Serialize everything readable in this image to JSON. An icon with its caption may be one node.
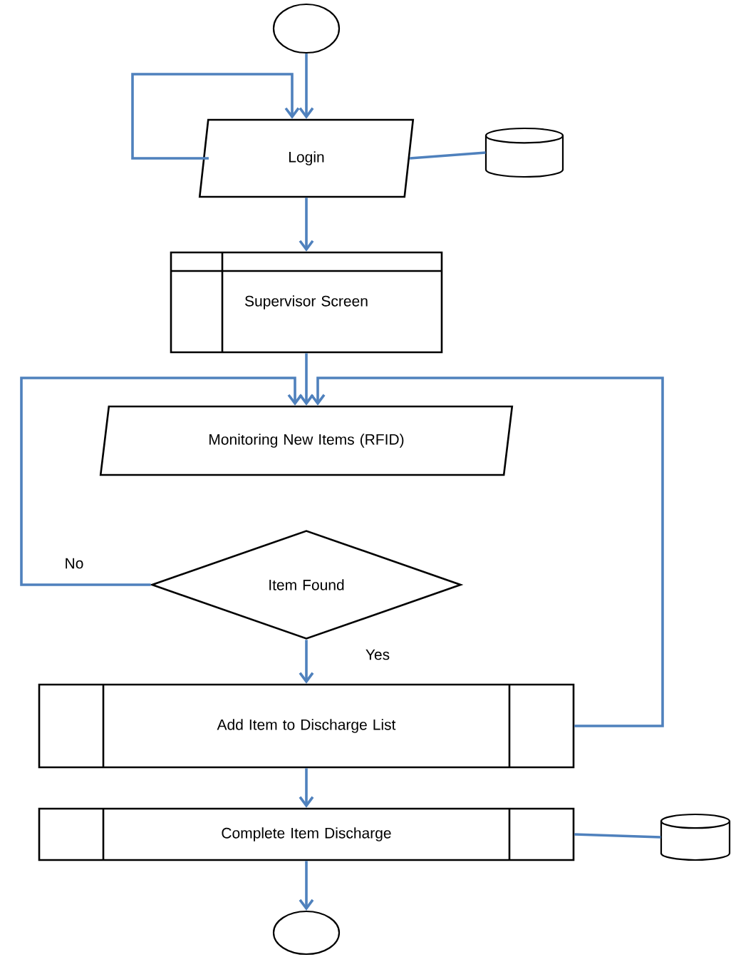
{
  "diagram": {
    "nodes": [
      {
        "text": [],
        "shape": "circle"
      },
      {
        "text": [
          "Login"
        ]
      },
      {
        "text": [],
        "shape": "cylinder"
      },
      {
        "text": [
          "Supervisor Screen"
        ]
      },
      {
        "text": [
          "Monitoring New Items (RFID)"
        ]
      },
      {
        "text": [
          "Item Found"
        ]
      },
      {
        "text": [
          "Add Item to Discharge List"
        ]
      },
      {
        "text": [
          "Complete Item Discharge"
        ]
      },
      {
        "text": [],
        "shape": "cylinder"
      },
      {
        "text": [],
        "shape": "circle"
      }
    ],
    "edges": [
      {
        "from": 0,
        "to": 1,
        "arrow": "to"
      },
      {
        "from": 1,
        "to": 1,
        "arrow": "to"
      },
      {
        "from": 1,
        "to": 2,
        "arrow": "none"
      },
      {
        "from": 1,
        "to": 3,
        "arrow": "to"
      },
      {
        "from": 3,
        "to": 4,
        "arrow": "to"
      },
      {
        "from": 5,
        "to": 4,
        "arrow": "to",
        "label": "No"
      },
      {
        "from": 6,
        "to": 4,
        "arrow": "to"
      },
      {
        "from": 5,
        "to": 6,
        "arrow": "to",
        "label": "Yes"
      },
      {
        "from": 6,
        "to": 7,
        "arrow": "to"
      },
      {
        "from": 7,
        "to": 8,
        "arrow": "none"
      },
      {
        "from": 7,
        "to": 9,
        "arrow": "to"
      }
    ]
  }
}
